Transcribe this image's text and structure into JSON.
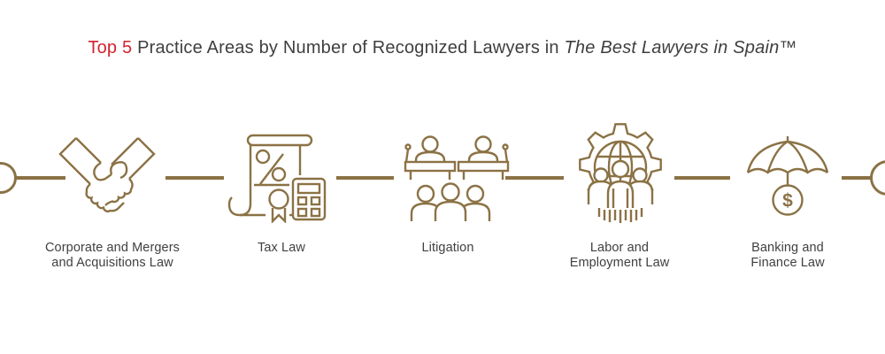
{
  "title": {
    "highlight": "Top 5",
    "main": " Practice Areas by Number of Recognized Lawyers in ",
    "italic": "The Best Lawyers in Spain",
    "trademark": "™"
  },
  "colors": {
    "accent_gold": "#8B7245",
    "highlight_red": "#D2232E",
    "text_dark": "#3F3F41"
  },
  "icons": {
    "coin_symbol": "$"
  },
  "items": [
    {
      "id": "corporate",
      "icon": "handshake-icon",
      "label_lines": [
        "Corporate and Mergers",
        "and Acquisitions Law"
      ]
    },
    {
      "id": "tax",
      "icon": "tax-scroll-calculator-icon",
      "label_lines": [
        "Tax Law"
      ]
    },
    {
      "id": "litigation",
      "icon": "litigation-podiums-icon",
      "label_lines": [
        "Litigation"
      ]
    },
    {
      "id": "labor",
      "icon": "labor-gear-globe-icon",
      "label_lines": [
        "Labor and",
        "Employment Law"
      ]
    },
    {
      "id": "banking",
      "icon": "banking-umbrella-dollar-icon",
      "label_lines": [
        "Banking and",
        "Finance Law"
      ]
    }
  ]
}
